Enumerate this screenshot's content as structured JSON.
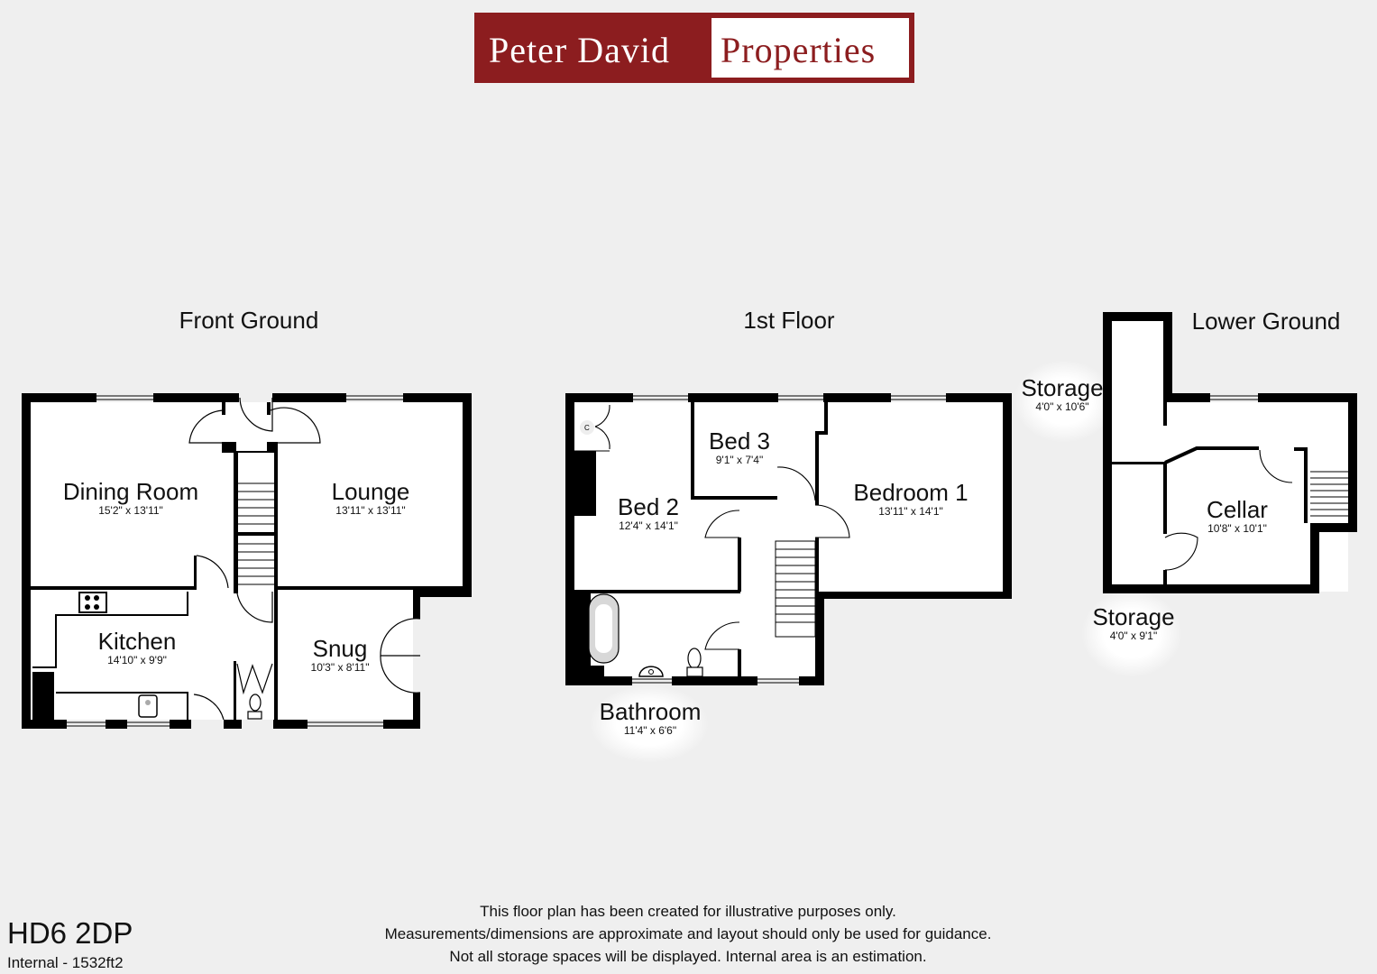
{
  "brand": {
    "name_part1": "Peter David",
    "name_part2": "Properties",
    "color": "#8c1d1f"
  },
  "floors": [
    {
      "title": "Front Ground",
      "rooms": [
        {
          "name": "Dining Room",
          "dim": "15'2\" x 13'11\""
        },
        {
          "name": "Lounge",
          "dim": "13'11\" x 13'11\""
        },
        {
          "name": "Kitchen",
          "dim": "14'10\" x 9'9\""
        },
        {
          "name": "Snug",
          "dim": "10'3\" x 8'11\""
        }
      ]
    },
    {
      "title": "1st Floor",
      "rooms": [
        {
          "name": "Bed 2",
          "dim": "12'4\" x 14'1\""
        },
        {
          "name": "Bed 3",
          "dim": "9'1\" x 7'4\""
        },
        {
          "name": "Bedroom 1",
          "dim": "13'11\" x 14'1\""
        },
        {
          "name": "Bathroom",
          "dim": "11'4\" x 6'6\""
        }
      ],
      "cupboard_label": "C"
    },
    {
      "title": "Lower Ground",
      "rooms": [
        {
          "name": "Storage",
          "dim": "4'0\" x 10'6\""
        },
        {
          "name": "Cellar",
          "dim": "10'8\" x 10'1\""
        },
        {
          "name": "Storage",
          "dim": "4'0\" x 9'1\""
        }
      ]
    }
  ],
  "footer": {
    "postcode": "HD6 2DP",
    "internal_area": "Internal - 1532ft2",
    "disclaimer": [
      "This floor plan has been created for illustrative purposes only.",
      "Measurements/dimensions are approximate and layout should only be used for guidance.",
      "Not all storage spaces will be displayed. Internal area is an estimation."
    ]
  }
}
